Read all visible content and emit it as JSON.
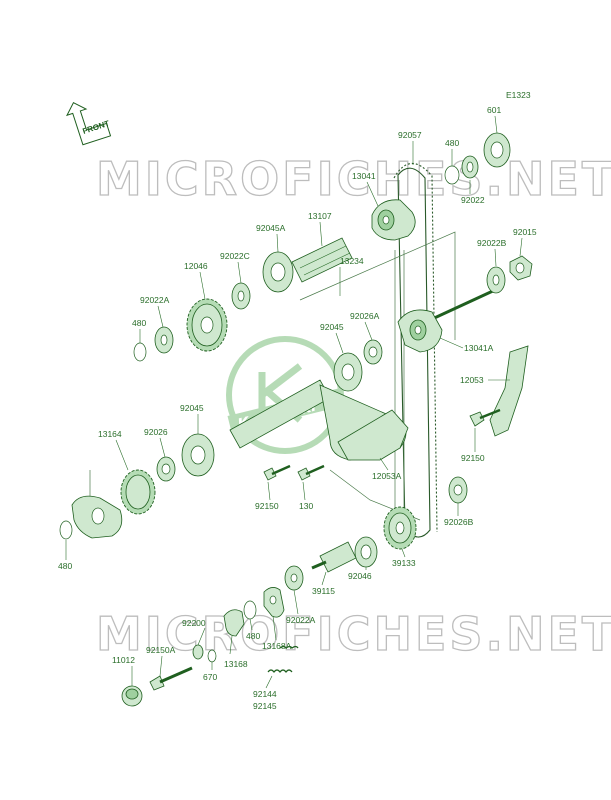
{
  "diagram_code": "E1323",
  "front_label": "FRONT",
  "watermark_top": "MICROFICHES.NET",
  "watermark_bottom": "MICROFICHES.NET",
  "brand_logo": "Kawasaki",
  "colors": {
    "label": "#2a6e2a",
    "part": "#cfe8cf",
    "part_dark": "#9fd09f",
    "watermark": "#bdbdbd"
  },
  "part_numbers": {
    "p601": "601",
    "p480_top": "480",
    "p92057": "92057",
    "p13041": "13041",
    "p92022_top": "92022",
    "p13107": "13107",
    "p92045A": "92045A",
    "p92015": "92015",
    "p92022B": "92022B",
    "p92022C": "92022C",
    "p12046": "12046",
    "p13234": "13234",
    "p92022A_top": "92022A",
    "p480_mid": "480",
    "p92026A": "92026A",
    "p92045_mid": "92045",
    "p13041A": "13041A",
    "p12053": "12053",
    "p92045_low": "92045",
    "p13164": "13164",
    "p92026": "92026",
    "p92150_right": "92150",
    "p12053A": "12053A",
    "p92150_mid": "92150",
    "p130": "130",
    "p92026B": "92026B",
    "p480_low": "480",
    "p39133": "39133",
    "p92046": "92046",
    "p39115": "39115",
    "p92022A_low": "92022A",
    "p92200": "92200",
    "p480_bottom": "480",
    "p13168A": "13168A",
    "p92150A": "92150A",
    "p11012": "11012",
    "p13168": "13168",
    "p670": "670",
    "p92144": "92144",
    "p92145": "92145"
  }
}
